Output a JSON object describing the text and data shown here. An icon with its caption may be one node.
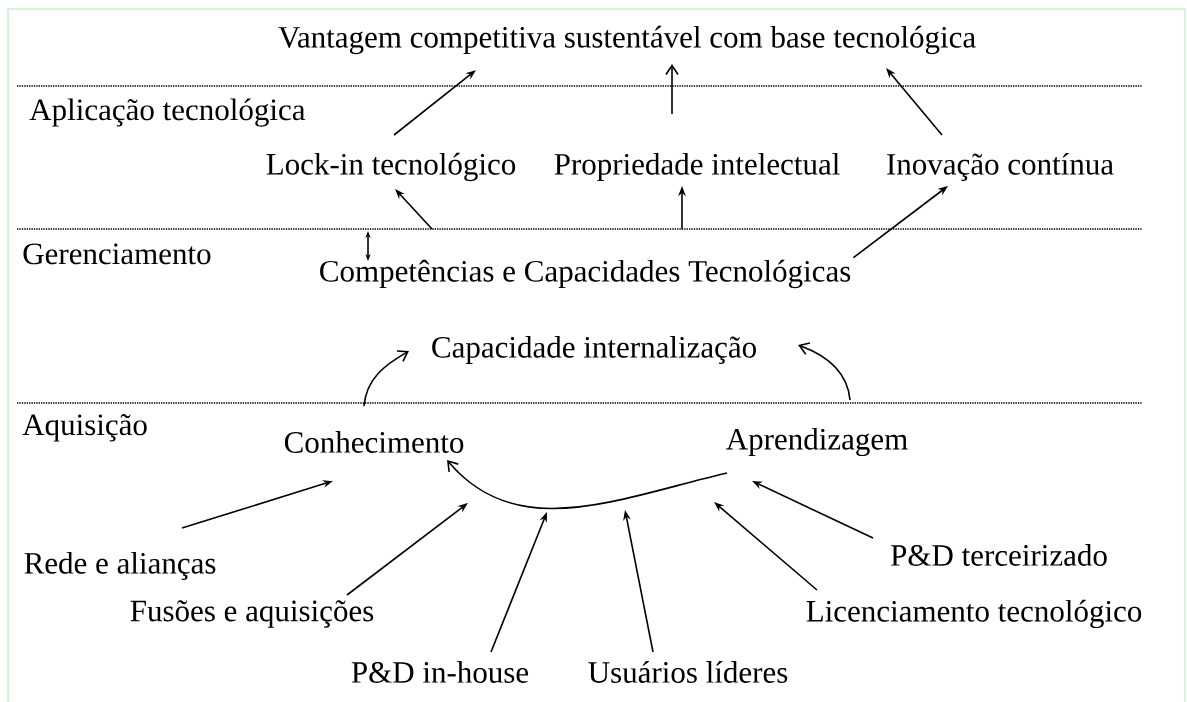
{
  "diagram": {
    "nodes": [
      {
        "text": [
          "Vantagem competitiva sustentável com base tecnológica"
        ]
      },
      {
        "text": [
          "Lock-in tecnológico"
        ]
      },
      {
        "text": [
          "Propriedade intelectual"
        ]
      },
      {
        "text": [
          "Inovação contínua"
        ]
      },
      {
        "text": [
          "Competências e Capacidades Tecnológicas"
        ]
      },
      {
        "text": [
          "Capacidade internalização"
        ]
      },
      {
        "text": [
          "Conhecimento"
        ]
      },
      {
        "text": [
          "Aprendizagem"
        ]
      },
      {
        "text": [
          "Rede e alianças"
        ]
      },
      {
        "text": [
          "Fusões e aquisições"
        ]
      },
      {
        "text": [
          "P&D in-house"
        ]
      },
      {
        "text": [
          "Usuários líderes"
        ]
      },
      {
        "text": [
          "Licenciamento tecnológico"
        ]
      },
      {
        "text": [
          "P&D terceirizado"
        ]
      }
    ],
    "edges": [
      {
        "from": 1,
        "to": 0,
        "arrow": "to"
      },
      {
        "from": 2,
        "to": 0,
        "arrow": "to"
      },
      {
        "from": 3,
        "to": 0,
        "arrow": "to"
      },
      {
        "from": 4,
        "to": 1,
        "arrow": "to"
      },
      {
        "from": 4,
        "to": 2,
        "arrow": "to"
      },
      {
        "from": 4,
        "to": 3,
        "arrow": "to"
      },
      {
        "from": 6,
        "to": 5,
        "arrow": "to"
      },
      {
        "from": 7,
        "to": 5,
        "arrow": "to"
      },
      {
        "from": 7,
        "to": 6,
        "arrow": "to"
      },
      {
        "from": 8,
        "to": 6,
        "arrow": "to"
      },
      {
        "from": 9,
        "to": 6,
        "arrow": "to"
      },
      {
        "from": 10,
        "to": null,
        "arrow": "to"
      },
      {
        "from": 11,
        "to": null,
        "arrow": "to"
      },
      {
        "from": 12,
        "to": 7,
        "arrow": "to"
      },
      {
        "from": 13,
        "to": 7,
        "arrow": "to"
      }
    ],
    "labels": [
      "Aplicação tecnológica",
      "Gerenciamento",
      "Aquisição"
    ]
  }
}
